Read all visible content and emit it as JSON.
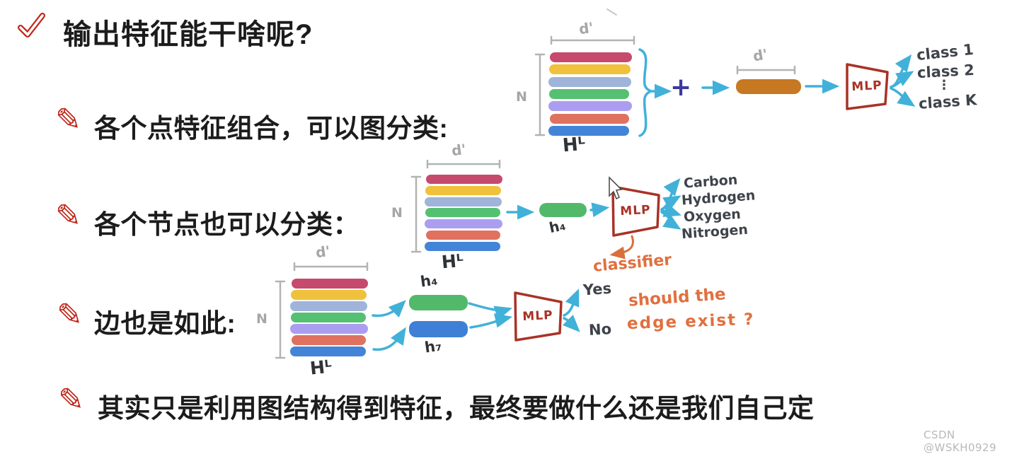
{
  "page": {
    "watermark": "CSDN @WSKH0929"
  },
  "icons": {
    "pencil": "✎"
  },
  "title": {
    "text": "输出特征能干啥呢?"
  },
  "bullets": [
    {
      "text": "各个点特征组合，可以图分类:"
    },
    {
      "text": "各个节点也可以分类："
    },
    {
      "text": "边也是如此:"
    },
    {
      "text": "其实只是利用图结构得到特征，最终要做什么还是我们自己定"
    }
  ],
  "palette": [
    "#c64a6e",
    "#f0c13c",
    "#9fb4d8",
    "#55c072",
    "#ab9ef0",
    "#e0715f",
    "#4384d8"
  ],
  "vectors": {
    "pooled_color": "#c77822",
    "h4_color": "#53b96a",
    "h7_color": "#3f80d6"
  },
  "colors": {
    "arrow_cyan": "#41b1d9",
    "mlp_red": "#a93226",
    "annotation_orange": "#e0703f",
    "guide_gray": "#b3b3b3",
    "plus_indigo": "#3b3a9c"
  },
  "diagram_graph": {
    "dim_label": "d'",
    "rows_label": "N",
    "matrix_label": "Hᴸ",
    "plus_sign": "+",
    "pooled_dim_label": "d'",
    "mlp_label": "MLP",
    "classes": [
      "class 1",
      "class 2",
      "⋮",
      "class K"
    ]
  },
  "diagram_node": {
    "dim_label": "d'",
    "rows_label": "N",
    "matrix_label": "Hᴸ",
    "vector_label": "h₄",
    "mlp_label": "MLP",
    "outputs": [
      "Carbon",
      "Hydrogen",
      "Oxygen",
      "Nitrogen"
    ],
    "annotation": "classifier"
  },
  "diagram_edge": {
    "dim_label": "d'",
    "rows_label": "N",
    "matrix_label": "Hᴸ",
    "vector1_label": "h₄",
    "vector2_label": "h₇",
    "mlp_label": "MLP",
    "outputs": [
      "Yes",
      "No"
    ],
    "annotation_line1": "should the",
    "annotation_line2": "edge exist ?"
  }
}
